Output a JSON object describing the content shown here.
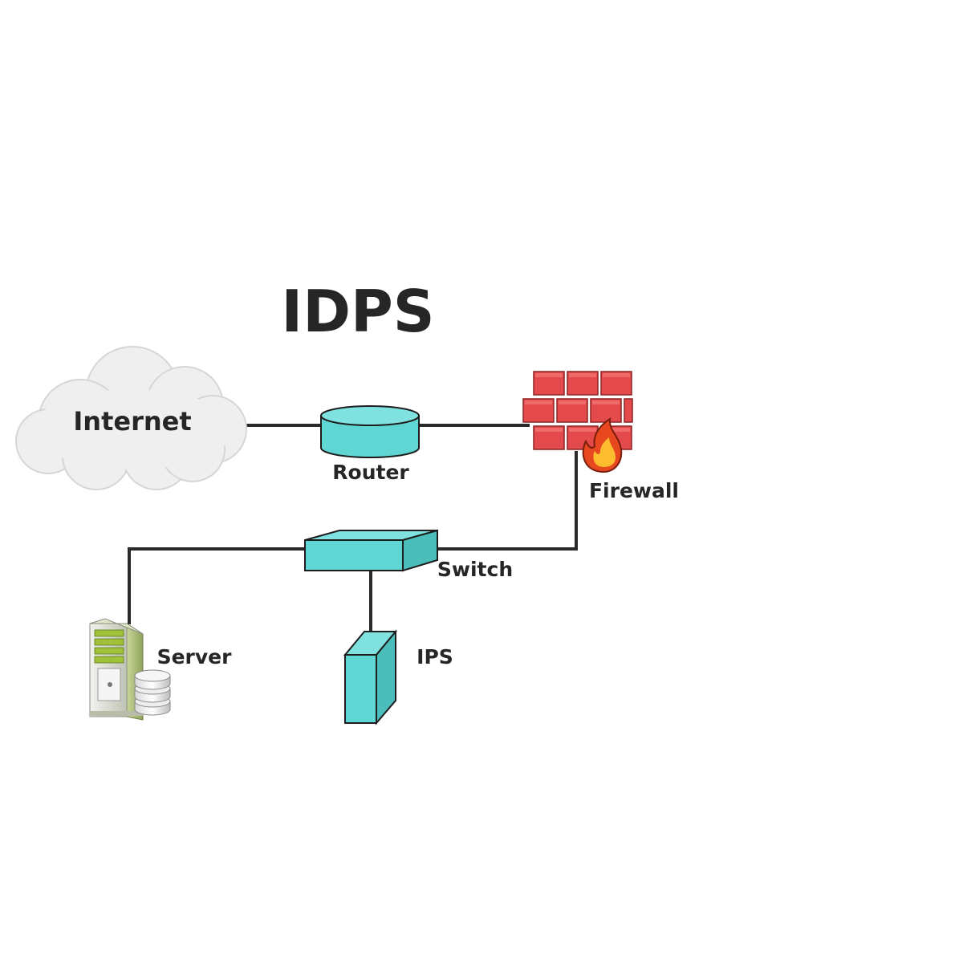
{
  "title": "IDPS",
  "nodes": {
    "internet": {
      "label": "Internet"
    },
    "router": {
      "label": "Router"
    },
    "firewall": {
      "label": "Firewall"
    },
    "switch": {
      "label": "Switch"
    },
    "server": {
      "label": "Server"
    },
    "ips": {
      "label": "IPS"
    }
  },
  "colors": {
    "device_fill": "#5fd6d4",
    "device_stroke": "#1d1d1d",
    "brick": "#e44a4b",
    "cloud": "#efefef",
    "link": "#2a2a2a",
    "text": "#262626"
  }
}
